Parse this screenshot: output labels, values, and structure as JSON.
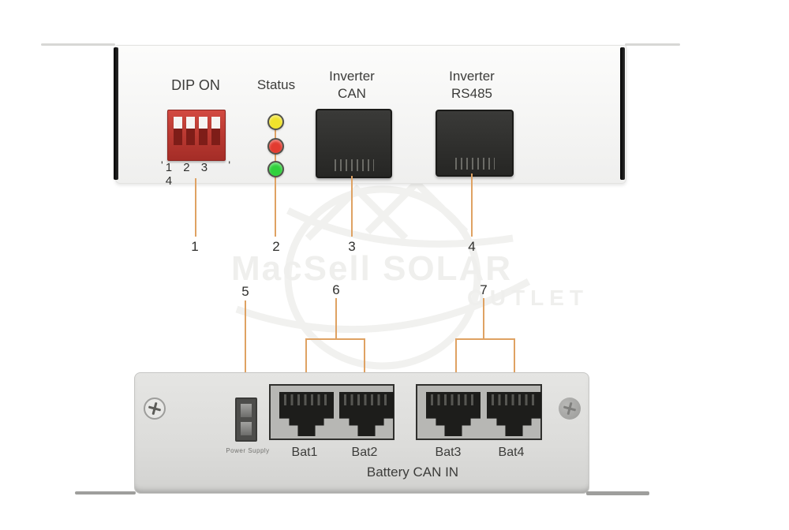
{
  "watermark": {
    "brand": "MacSell SOLAR",
    "subtitle": "OUTLET"
  },
  "top_device": {
    "dip_switch": {
      "label": "DIP ON",
      "tick_left": "'",
      "numbers": "1 2 3 4",
      "tick_right": "'",
      "body_color": "#bb3a32"
    },
    "status": {
      "label": "Status",
      "leds": [
        {
          "name": "yellow-led",
          "color": "#f0e32c"
        },
        {
          "name": "red-led",
          "color": "#e23b30"
        },
        {
          "name": "green-led",
          "color": "#2fd13c"
        }
      ]
    },
    "can_port": {
      "label_line1": "Inverter",
      "label_line2": "CAN"
    },
    "rs485_port": {
      "label_line1": "Inverter",
      "label_line2": "RS485"
    },
    "callouts": {
      "dip": "1",
      "status": "2",
      "can": "3",
      "rs485": "4"
    }
  },
  "bottom_device": {
    "power_supply": {
      "label": "Power Supply"
    },
    "battery_ports": [
      "Bat1",
      "Bat2",
      "Bat3",
      "Bat4"
    ],
    "caption": "Battery CAN IN",
    "callouts": {
      "power": "5",
      "bat12": "6",
      "bat34": "7"
    }
  },
  "colors": {
    "callout_line": "#dfa263",
    "led_yellow": "#f0e32c",
    "led_red": "#e23b30",
    "led_green": "#2fd13c",
    "dip_red": "#bb3a32"
  }
}
